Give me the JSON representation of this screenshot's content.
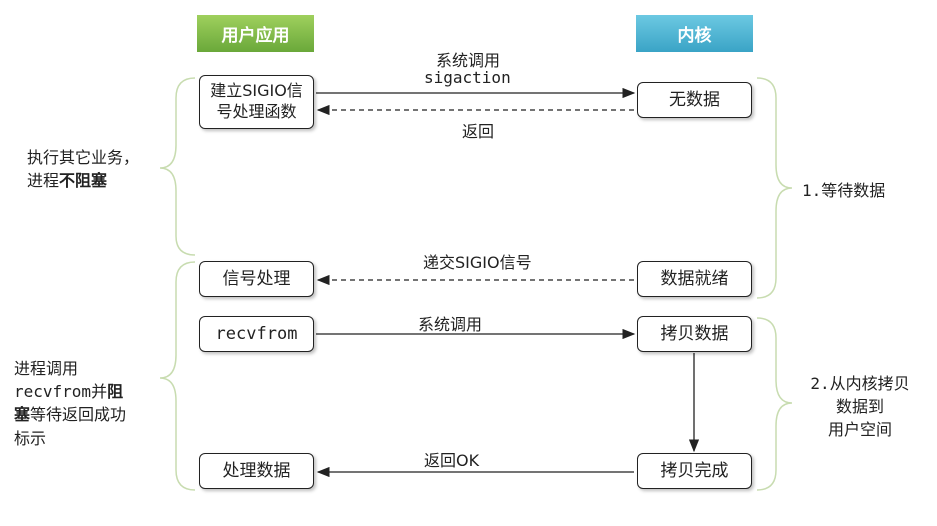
{
  "headers": {
    "user": "用户应用",
    "kernel": "内核"
  },
  "boxes": {
    "register_sigio_1": "建立SIGIO信",
    "register_sigio_2": "号处理函数",
    "signal_handle": "信号处理",
    "recvfrom": "recvfrom",
    "process_data": "处理数据",
    "no_data": "无数据",
    "data_ready": "数据就绪",
    "copy_data": "拷贝数据",
    "copy_done": "拷贝完成"
  },
  "arrows": {
    "syscall_sigaction_1": "系统调用",
    "syscall_sigaction_2": "sigaction",
    "return": "返回",
    "deliver_sigio": "递交SIGIO信号",
    "syscall": "系统调用",
    "return_ok": "返回OK"
  },
  "left_notes": {
    "non_blocking_1": "执行其它业务，",
    "non_blocking_2a": "进程",
    "non_blocking_2b": "不阻塞",
    "blocking_1": "进程调用",
    "blocking_2a": "recvfrom并",
    "blocking_2b": "阻",
    "blocking_3a": "塞",
    "blocking_3b": "等待返回成功",
    "blocking_4": "标示"
  },
  "right_notes": {
    "phase1": "1.等待数据",
    "phase2_1": "2.从内核拷贝",
    "phase2_2": "数据到",
    "phase2_3": "用户空间"
  },
  "colors": {
    "user_header": "#7ab648",
    "kernel_header": "#4cb3d4",
    "bracket": "#c8dcb0"
  }
}
